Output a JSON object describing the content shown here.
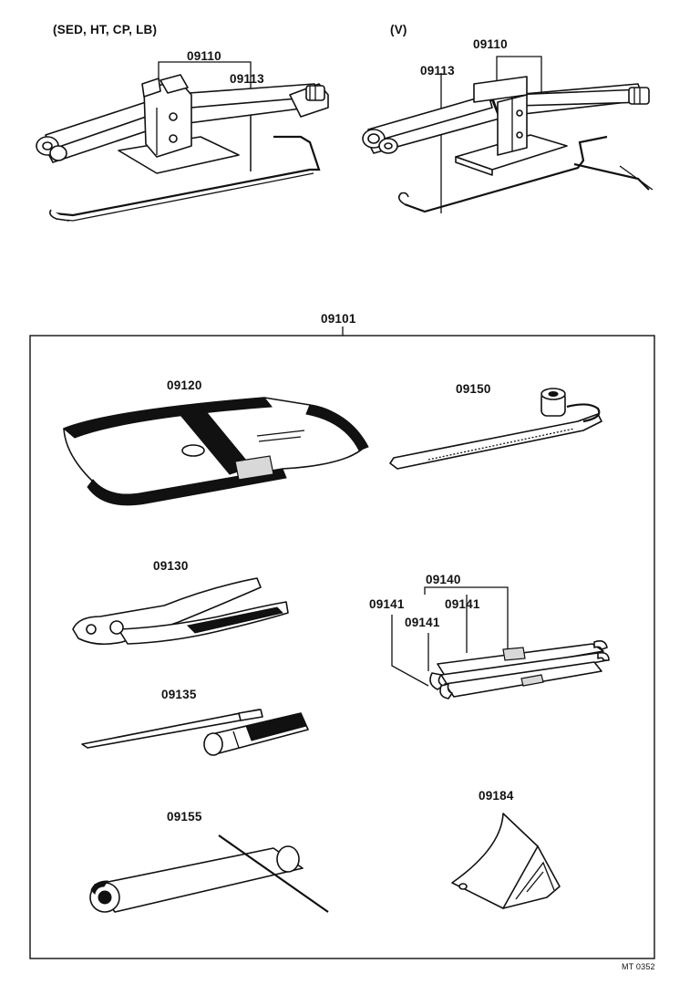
{
  "variants": {
    "sedan_group": "(SED, HT, CP, LB)",
    "van_group": "(V)"
  },
  "parts": {
    "jack_left": "09110",
    "jack_handle_left": "09113",
    "jack_right": "09110",
    "jack_handle_right": "09113",
    "tool_set": "09101",
    "tool_bag": "09120",
    "wheel_wrench": "09150",
    "pliers": "09130",
    "wrench_set": "09140",
    "wrench_a": "09141",
    "wrench_b": "09141",
    "wrench_c": "09141",
    "screwdriver": "09135",
    "plug_wrench": "09155",
    "wheel_chock": "09184"
  },
  "footer": {
    "code": "MT 0352"
  }
}
